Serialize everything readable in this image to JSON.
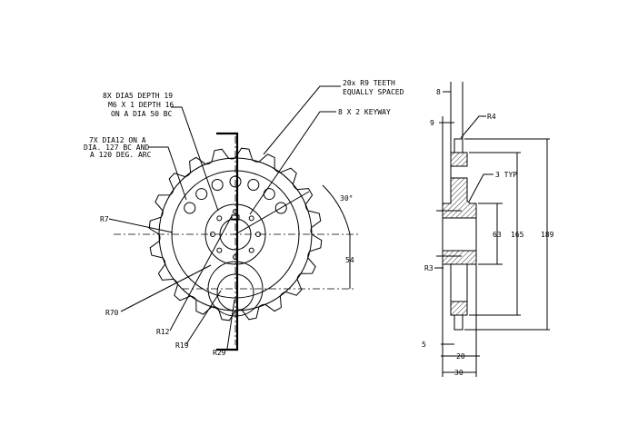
{
  "front_view": {
    "notes": {
      "holes_8x": [
        "8X DIA5 DEPTH 19",
        "M6 X 1 DEPTH 16",
        "ON A DIA 50 BC"
      ],
      "teeth": [
        "20x R9 TEETH",
        "EQUALLY SPACED"
      ],
      "keyway": "8 X 2 KEYWAY",
      "holes_7x": [
        "7X DIA12 ON A",
        "DIA. 127 BC AND",
        "A 120 DEG. ARC"
      ]
    },
    "labels": {
      "r7": "R7",
      "r70": "R70",
      "r12": "R12",
      "r19": "R19",
      "r29": "R29",
      "angle": "30°",
      "dim54": "54"
    }
  },
  "side_view": {
    "labels": {
      "d8": "8",
      "d9": "9",
      "r4": "R4",
      "typ3": "3 TYP",
      "d63": "63",
      "d165": "165",
      "d189": "189",
      "r3": "R3",
      "d5": "5",
      "d20": "20",
      "d30": "30"
    }
  }
}
